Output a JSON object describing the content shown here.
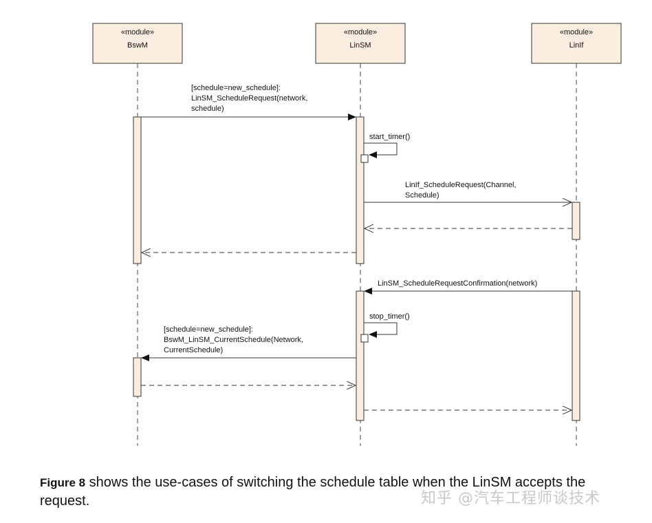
{
  "colors": {
    "box_fill": "#fbeee0",
    "stroke": "#333333",
    "text": "#111111",
    "watermark": "#c8c8c8"
  },
  "lifelines": [
    {
      "id": "bswm",
      "stereotype": "«module»",
      "name": "BswM"
    },
    {
      "id": "linsm",
      "stereotype": "«module»",
      "name": "LinSM"
    },
    {
      "id": "linif",
      "stereotype": "«module»",
      "name": "LinIf"
    }
  ],
  "messages": [
    {
      "id": "m1",
      "from": "bswm",
      "to": "linsm",
      "kind": "sync",
      "lines": [
        "[schedule=new_schedule]:",
        "LinSM_ScheduleRequest(network,",
        "schedule)"
      ]
    },
    {
      "id": "m2",
      "from": "linsm",
      "to": "linsm",
      "kind": "self",
      "lines": [
        "start_timer()"
      ]
    },
    {
      "id": "m3",
      "from": "linsm",
      "to": "linif",
      "kind": "async",
      "lines": [
        "LinIf_ScheduleRequest(Channel,",
        "Schedule)"
      ]
    },
    {
      "id": "m4",
      "from": "linif",
      "to": "linsm",
      "kind": "return",
      "lines": []
    },
    {
      "id": "m5",
      "from": "linsm",
      "to": "bswm",
      "kind": "return",
      "lines": []
    },
    {
      "id": "m6",
      "from": "linif",
      "to": "linsm",
      "kind": "sync",
      "lines": [
        "LinSM_ScheduleRequestConfirmation(network)"
      ]
    },
    {
      "id": "m7",
      "from": "linsm",
      "to": "linsm",
      "kind": "self",
      "lines": [
        "stop_timer()"
      ]
    },
    {
      "id": "m8",
      "from": "linsm",
      "to": "bswm",
      "kind": "sync",
      "lines": [
        "[schedule=new_schedule]:",
        "BswM_LinSM_CurrentSchedule(Network,",
        "CurrentSchedule)"
      ]
    },
    {
      "id": "m9",
      "from": "bswm",
      "to": "linsm",
      "kind": "return",
      "lines": []
    },
    {
      "id": "m10",
      "from": "linsm",
      "to": "linif",
      "kind": "return",
      "lines": []
    }
  ],
  "caption": {
    "figure_label": "Figure 8",
    "text": " shows the use-cases of switching the schedule table when the LinSM accepts the request."
  },
  "watermark": "知乎 @汽车工程师谈技术"
}
